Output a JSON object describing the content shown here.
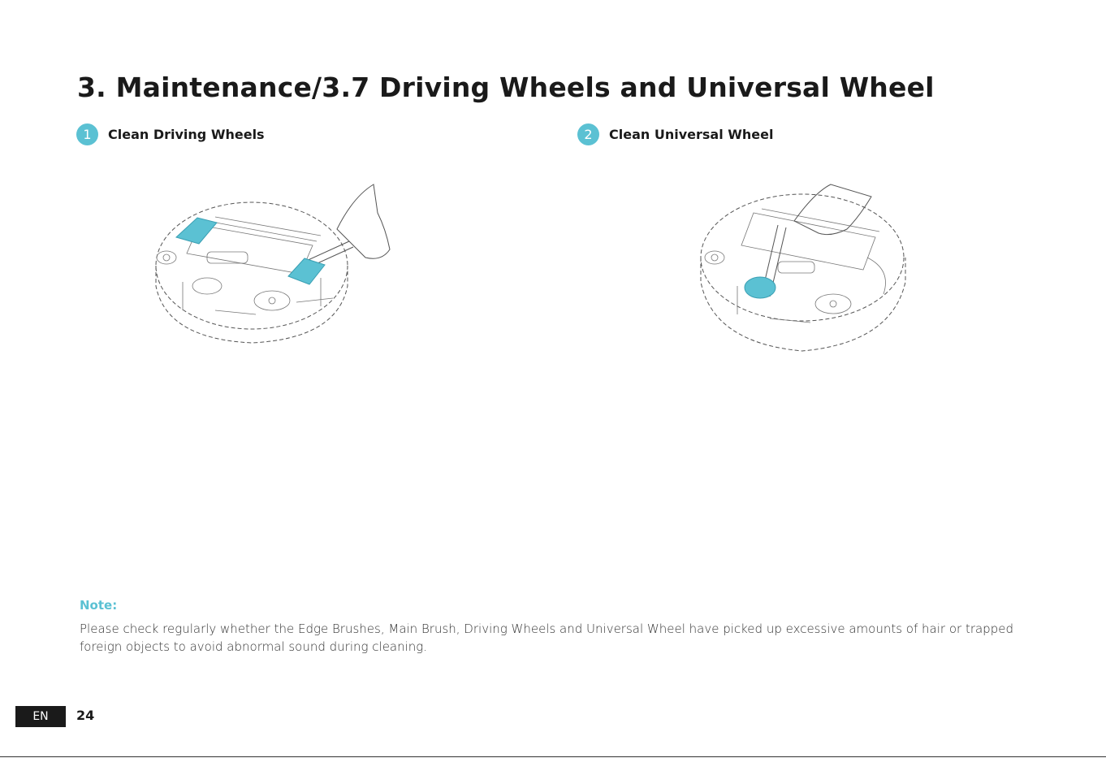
{
  "header": {
    "title": "3. Maintenance/3.7 Driving Wheels and Universal Wheel"
  },
  "steps": [
    {
      "number": "1",
      "label": "Clean Driving Wheels",
      "icon": "robot-driving-wheels-illustration"
    },
    {
      "number": "2",
      "label": "Clean Universal Wheel",
      "icon": "robot-universal-wheel-illustration"
    }
  ],
  "note": {
    "label": "Note:",
    "text": "Please check regularly whether the Edge Brushes, Main Brush, Driving Wheels and Universal Wheel have picked up excessive amounts of hair or trapped foreign objects to avoid abnormal sound during cleaning."
  },
  "footer": {
    "language": "EN",
    "page_number": "24"
  },
  "colors": {
    "accent": "#5bc1d3",
    "text": "#1a1a1a",
    "badge": "#1a1a1a"
  }
}
